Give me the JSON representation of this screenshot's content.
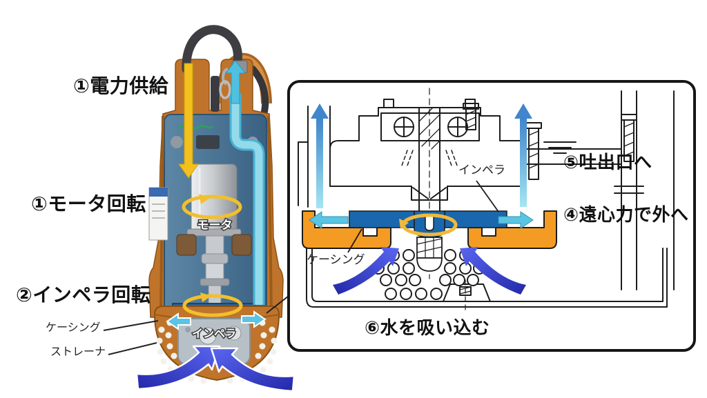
{
  "pump_illustration": {
    "step_labels": {
      "power_supply": "①電力供給",
      "motor_rotation": "①モータ回転",
      "impeller_rotation": "②インペラ回転"
    },
    "part_labels": {
      "casing": "ケーシング",
      "strainer": "ストレーナ",
      "motor": "モータ",
      "impeller": "インペラ"
    },
    "colors": {
      "body_orange": "#c0742b",
      "interior_blue": "#4d7ca4",
      "power_arrow_yellow": "#f3c01d",
      "flow_cyan": "#55c2e2",
      "rotation_yellow": "#f2bf2d",
      "intake_blue": "#2f35c0"
    }
  },
  "cross_section_panel": {
    "step_labels": {
      "to_discharge": "⑤吐出口へ",
      "centrifugal_out": "④遠心力で外へ",
      "suck_in_water": "⑥水を吸い込む"
    },
    "part_labels": {
      "impeller": "インペラ",
      "casing": "ケーシング"
    },
    "colors": {
      "line_black": "#1c1c1c",
      "impeller_blue": "#1a67ad",
      "casing_orange": "#f49b24",
      "rotation_yellow": "#f0b93a",
      "flow_cyan": "#5ac4e4",
      "intake_blue": "#2f35c0"
    }
  }
}
